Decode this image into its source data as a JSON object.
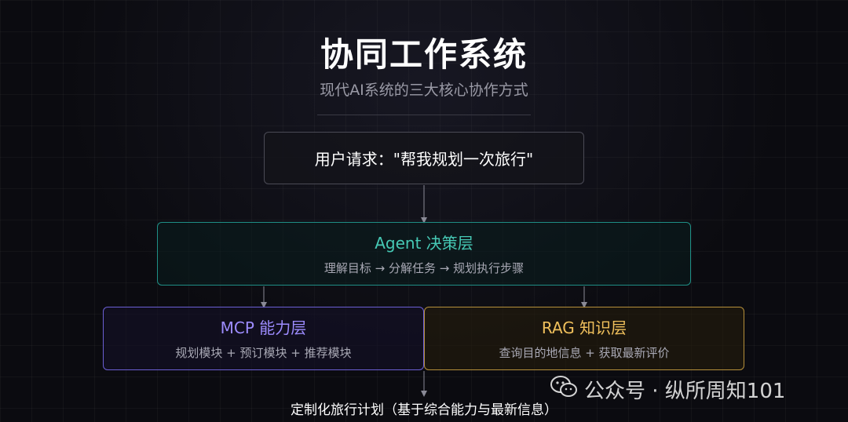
{
  "header": {
    "title": "协同工作系统",
    "subtitle": "现代AI系统的三大核心协作方式"
  },
  "request": {
    "label": "用户请求：\"帮我规划一次旅行\""
  },
  "agent": {
    "name": "Agent 决策层",
    "desc": "理解目标 → 分解任务 → 规划执行步骤",
    "color": "#46c9b5"
  },
  "mcp": {
    "name": "MCP 能力层",
    "desc": "规划模块 + 预订模块 + 推荐模块",
    "color": "#9d8cff"
  },
  "rag": {
    "name": "RAG 知识层",
    "desc": "查询目的地信息 + 获取最新评价",
    "color": "#f0c05c"
  },
  "result": {
    "label": "定制化旅行计划（基于综合能力与最新信息）"
  },
  "watermark": {
    "text": "公众号 · 纵所周知101",
    "icon": "wechat-icon"
  }
}
